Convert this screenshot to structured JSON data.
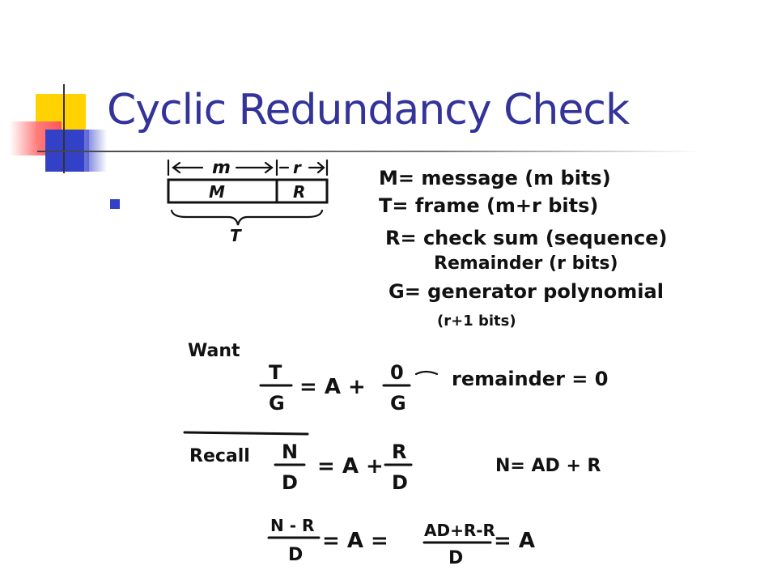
{
  "slide": {
    "title": "Cyclic Redundancy Check",
    "accent_colors": {
      "title": "#333399",
      "yellow": "#ffd200",
      "red": "#ff5555",
      "blue": "#3340c8"
    }
  },
  "figure": {
    "diagram": {
      "m_label": "m",
      "r_label": "r",
      "M_box": "M",
      "R_box": "R",
      "T_brace": "T"
    },
    "definitions": [
      "M= message  (m bits)",
      "T= frame   (m+r bits)",
      "R= check sum (sequence)",
      "Remainder (r bits)",
      "G= generator polynomial",
      "(r+1 bits)"
    ],
    "want": {
      "label": "Want",
      "num1": "T",
      "den1": "G",
      "eq": "= A +",
      "num2": "0",
      "den2": "G",
      "note": "remainder = 0"
    },
    "recall": {
      "label": "Recall",
      "num1": "N",
      "den1": "D",
      "eq": "= A +",
      "num2": "R",
      "den2": "D",
      "identity": "N= AD + R"
    },
    "derivation": {
      "num1": "N - R",
      "den1": "D",
      "eq1": "=  A  =",
      "num2": "AD+R-R",
      "den2": "D",
      "eq2": "=  A"
    }
  }
}
